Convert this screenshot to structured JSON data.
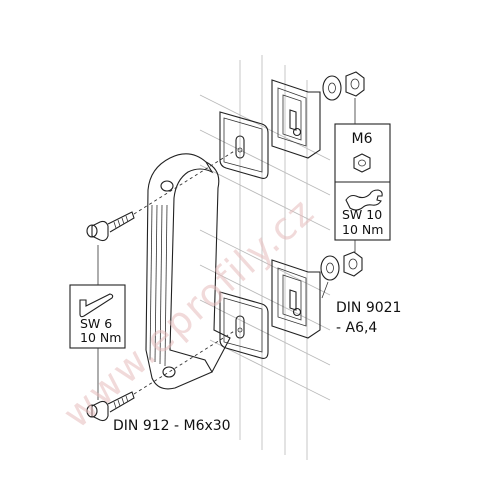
{
  "watermark": "www.eprofily.cz",
  "labels": {
    "nut_size": "M6",
    "wrench_size": "SW 10",
    "wrench_torque": "10 Nm",
    "washer_spec_1": "DIN 9021",
    "washer_spec_2": "- A6,4",
    "hex_key_size": "SW 6",
    "hex_key_torque": "10 Nm",
    "screw_spec": "DIN 912 - M6x30"
  },
  "colors": {
    "line": "#222222",
    "grid": "#b9b9b9",
    "highlight_cap": "#9a9a9a",
    "watermark": "#e6bcbc"
  }
}
